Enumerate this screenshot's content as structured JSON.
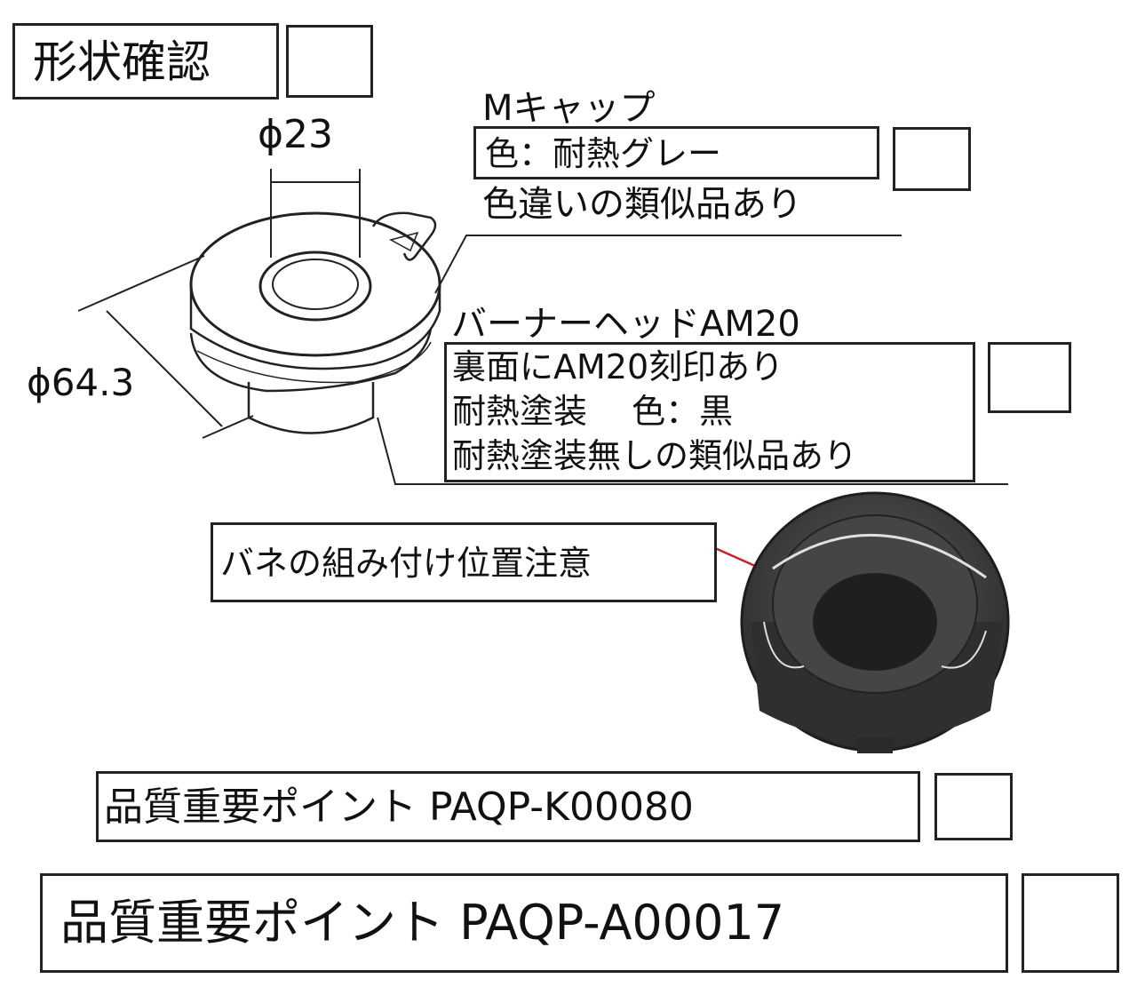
{
  "header": {
    "title": "形状確認"
  },
  "dimensions": {
    "inner_diameter": "ϕ23",
    "outer_diameter": "ϕ64.3"
  },
  "m_cap": {
    "name": "Mキャップ",
    "color_note": "色：耐熱グレー",
    "similar_note": "色違いの類似品あり"
  },
  "burner_head": {
    "name": "バーナーヘッドAM20",
    "lines": [
      "裏面にAM20刻印あり",
      "耐熱塗装　 色：黒",
      "耐熱塗装無しの類似品あり"
    ]
  },
  "spring_note": "バネの組み付け位置注意",
  "quality_points": [
    "品質重要ポイント PAQP-K00080",
    "品質重要ポイント PAQP-A00017"
  ],
  "colors": {
    "line": "#222222",
    "leader_red": "#c8202a",
    "part_dark": "#3a3a3a"
  }
}
